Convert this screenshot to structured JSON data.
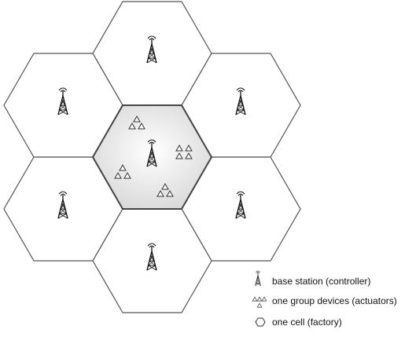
{
  "colors": {
    "cell_stroke": "#555555",
    "center_cell_stroke": "#444444",
    "center_fill_light": "#ffffff",
    "center_fill_dark": "#dcdcdc",
    "tower": "#111111",
    "device_stroke": "#333333"
  },
  "legend": {
    "items": [
      {
        "icon": "base-station-icon",
        "label": "base station (controller)"
      },
      {
        "icon": "device-group-icon",
        "label": "one group devices (actuators)"
      },
      {
        "icon": "hexagon-cell-icon",
        "label": "one cell (factory)"
      }
    ]
  }
}
